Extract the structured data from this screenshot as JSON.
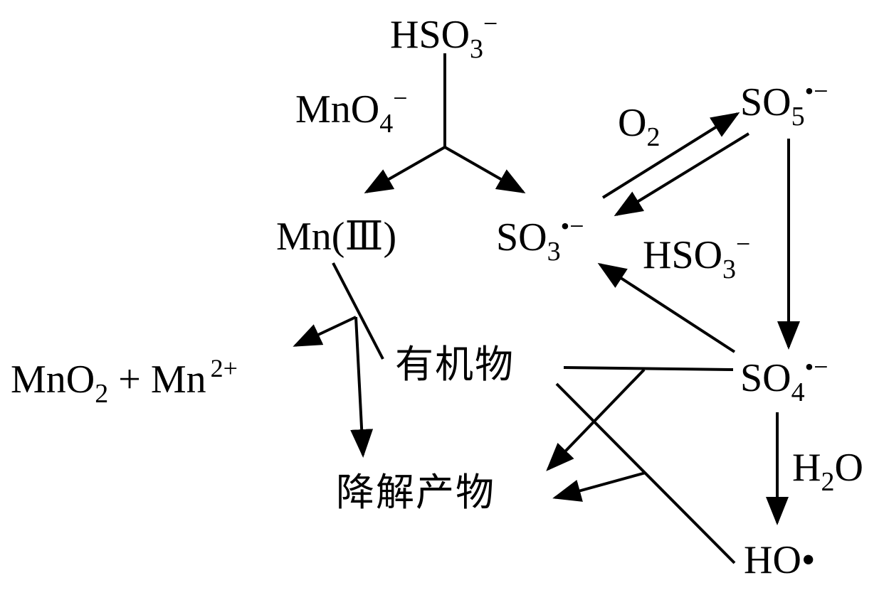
{
  "colors": {
    "ink": "#000000",
    "background": "#ffffff"
  },
  "species": {
    "hso3_top": {
      "base": "HSO",
      "sub": "3",
      "sup": "−"
    },
    "so5": {
      "base": "SO",
      "sub": "5",
      "sup": "•−"
    },
    "mn3": {
      "base": "Mn(Ⅲ)"
    },
    "so3": {
      "base": "SO",
      "sub": "3",
      "sup": "•−"
    },
    "so4": {
      "base": "SO",
      "sub": "4",
      "sup": "•−"
    },
    "mno2_mn2": {
      "base": "MnO",
      "sub": "2",
      "rest": " + Mn",
      "sup": "2+"
    },
    "organic": {
      "text": "有机物"
    },
    "products": {
      "text": "降解产物"
    },
    "ho": {
      "text": "HO•"
    }
  },
  "reagents": {
    "mno4": {
      "base": "MnO",
      "sub": "4",
      "sup": "−"
    },
    "o2": {
      "base": "O",
      "sub": "2"
    },
    "hso3_mid": {
      "base": "HSO",
      "sub": "3",
      "sup": "−"
    },
    "h2o": {
      "base": "H",
      "sub": "2",
      "rest": "O"
    }
  }
}
